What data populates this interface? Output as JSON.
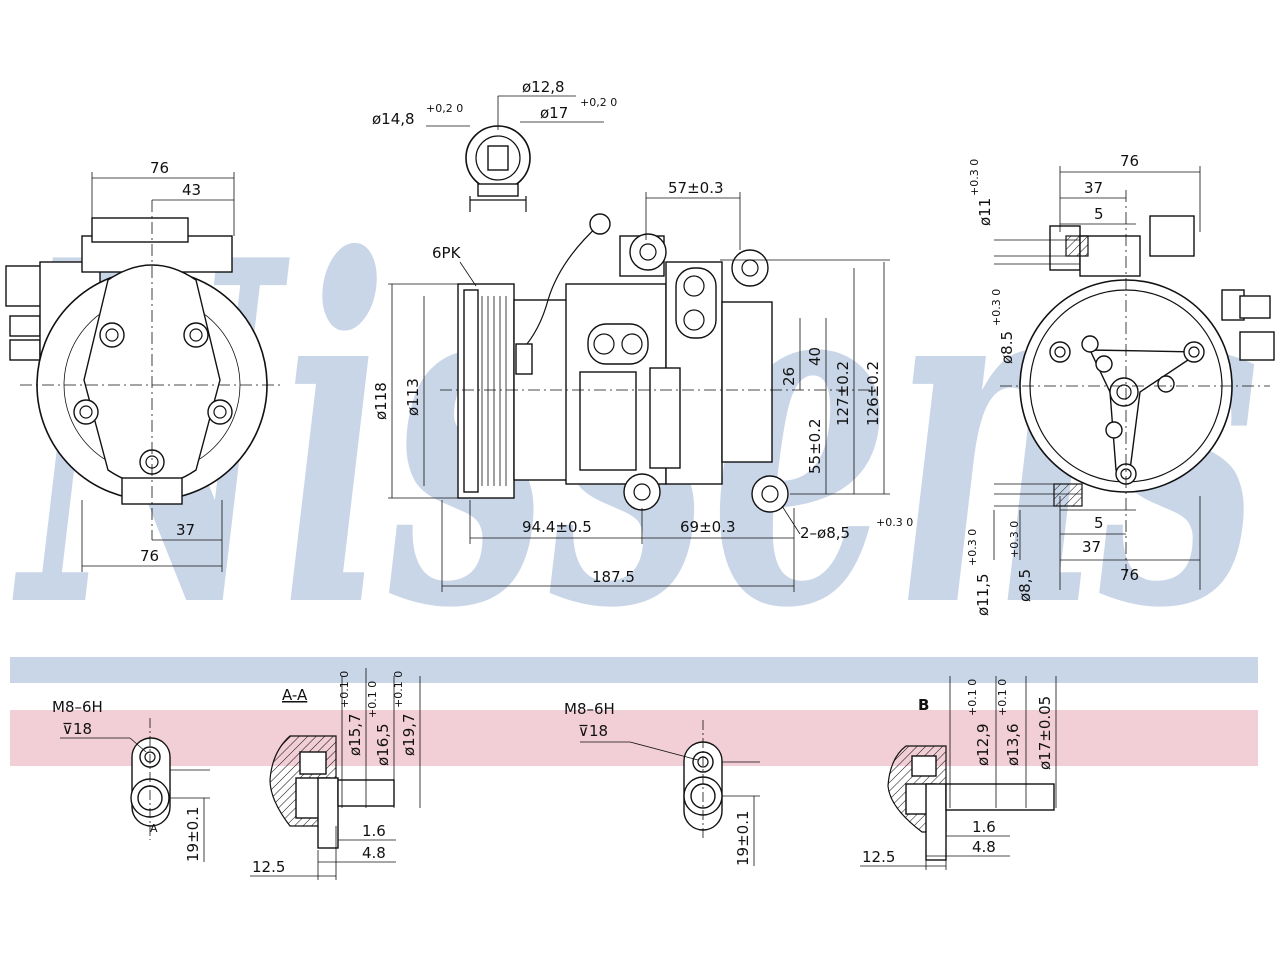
{
  "watermark": {
    "text": "Nissens",
    "color": "#c9d6e8"
  },
  "bands": {
    "blue": "#c9d6e8",
    "pink": "#f2ced6"
  },
  "labels": {
    "top_dia1": "ø12,8",
    "top_dia2": "ø14,8",
    "top_dia2_tol": "+0,2 0",
    "top_dia3": "ø17",
    "top_dia3_tol": "+0,2 0",
    "left_w_top": "76",
    "left_w_half": "43",
    "left_w_bot_half": "37",
    "left_w_bot": "76",
    "pk": "6PK",
    "mid_57": "57±0.3",
    "mid_118": "ø118",
    "mid_113": "ø113",
    "mid_26": "26",
    "mid_40": "40",
    "mid_127": "127±0.2",
    "mid_126": "126±0.2",
    "mid_55": "55±0.2",
    "mid_94": "94.4±0.5",
    "mid_69": "69±0.3",
    "mid_holes": "2–ø8,5",
    "mid_holes_tol": "+0.3 0",
    "mid_len": "187.5",
    "right_w_top": "76",
    "right_37": "37",
    "right_5": "5",
    "right_d11": "ø11",
    "right_d11_tol": "+0.3 0",
    "right_d85": "ø8.5",
    "right_d85_tol": "+0.3 0",
    "right_5b": "5",
    "right_37b": "37",
    "right_76b": "76",
    "right_d115": "ø11,5",
    "right_d115_tol": "+0.3 0",
    "right_d85b": "ø8,5",
    "right_d85b_tol": "+0.3 0",
    "det1_thread": "M8–6H",
    "det1_depth": "⊽18",
    "det1_19": "19±0.1",
    "det1_a": "A",
    "det2_title": "A-A",
    "det2_d1": "ø15,7",
    "det2_d1_tol": "+0.1 0",
    "det2_d2": "ø16,5",
    "det2_d2_tol": "+0.1 0",
    "det2_d3": "ø19,7",
    "det2_d3_tol": "+0.1 0",
    "det2_16": "1.6",
    "det2_48": "4.8",
    "det2_125": "12.5",
    "det3_thread": "M8–6H",
    "det3_depth": "⊽18",
    "det3_19": "19±0.1",
    "det4_title": "B",
    "det4_d1": "ø12,9",
    "det4_d1_tol": "+0.1 0",
    "det4_d2": "ø13,6",
    "det4_d2_tol": "+0.1 0",
    "det4_d3": "ø17±0.05",
    "det4_16": "1.6",
    "det4_48": "4.8",
    "det4_125": "12.5"
  }
}
